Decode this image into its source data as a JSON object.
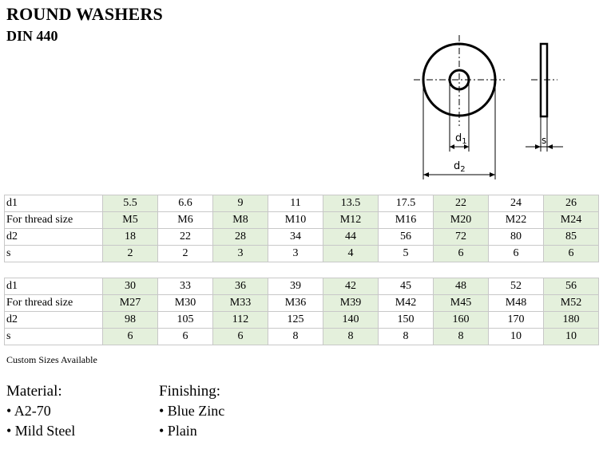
{
  "header": {
    "title": "ROUND WASHERS",
    "subtitle": "DIN 440"
  },
  "drawing": {
    "d1_label": "d",
    "d1_sub": "1",
    "d2_label": "d",
    "d2_sub": "2",
    "s_label": "s"
  },
  "table1": {
    "rows": [
      {
        "label": "d1",
        "values": [
          "5.5",
          "6.6",
          "9",
          "11",
          "13.5",
          "17.5",
          "22",
          "24",
          "26"
        ]
      },
      {
        "label": "For thread size",
        "values": [
          "M5",
          "M6",
          "M8",
          "M10",
          "M12",
          "M16",
          "M20",
          "M22",
          "M24"
        ]
      },
      {
        "label": "d2",
        "values": [
          "18",
          "22",
          "28",
          "34",
          "44",
          "56",
          "72",
          "80",
          "85"
        ]
      },
      {
        "label": "s",
        "values": [
          "2",
          "2",
          "3",
          "3",
          "4",
          "5",
          "6",
          "6",
          "6"
        ]
      }
    ]
  },
  "table2": {
    "rows": [
      {
        "label": "d1",
        "values": [
          "30",
          "33",
          "36",
          "39",
          "42",
          "45",
          "48",
          "52",
          "56"
        ]
      },
      {
        "label": "For thread size",
        "values": [
          "M27",
          "M30",
          "M33",
          "M36",
          "M39",
          "M42",
          "M45",
          "M48",
          "M52"
        ]
      },
      {
        "label": "d2",
        "values": [
          "98",
          "105",
          "112",
          "125",
          "140",
          "150",
          "160",
          "170",
          "180"
        ]
      },
      {
        "label": "s",
        "values": [
          "6",
          "6",
          "6",
          "8",
          "8",
          "8",
          "8",
          "10",
          "10"
        ]
      }
    ]
  },
  "note": "Custom Sizes Available",
  "material": {
    "heading": "Material:",
    "items": [
      "• A2-70",
      "• Mild Steel"
    ]
  },
  "finishing": {
    "heading": "Finishing:",
    "items": [
      "• Blue Zinc",
      "• Plain"
    ]
  },
  "colors": {
    "highlight": "#e4f0dc",
    "border": "#c8c8c8"
  }
}
